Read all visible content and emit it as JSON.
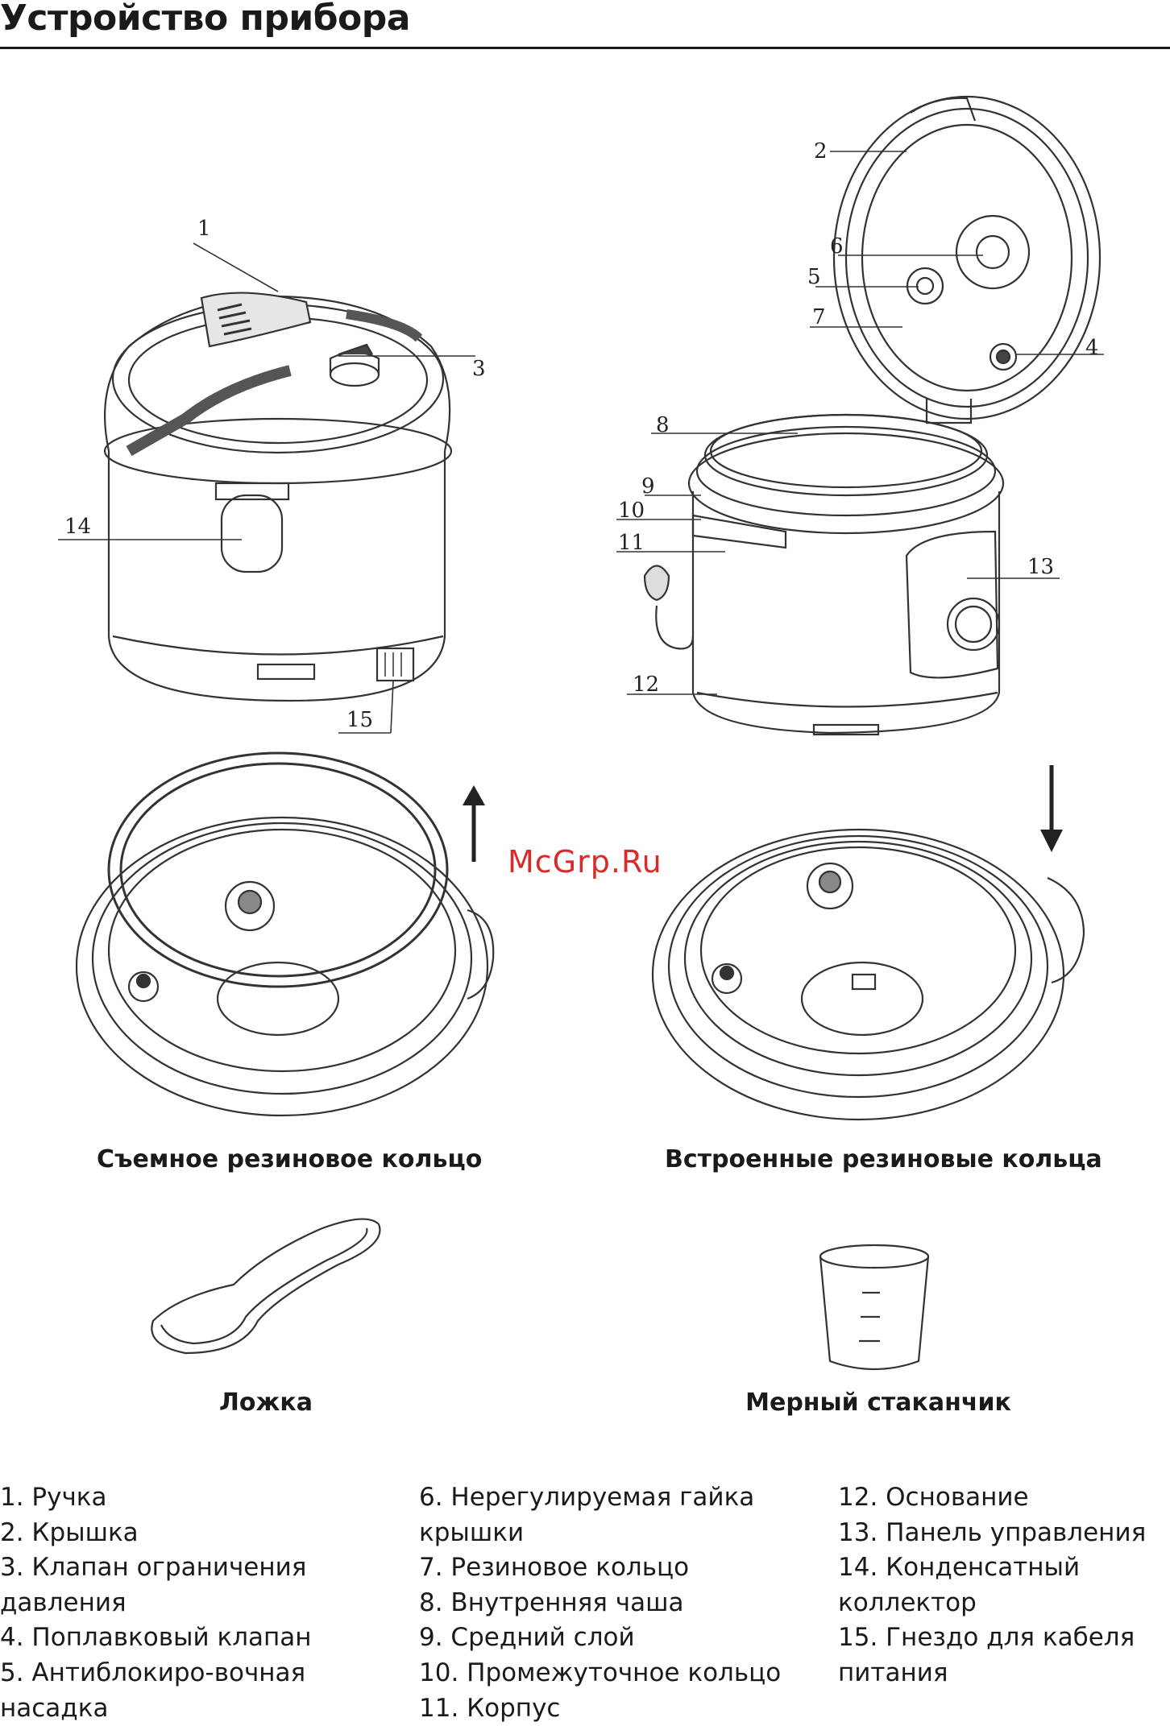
{
  "header": {
    "title": "Устройство прибора"
  },
  "watermark": "McGrp.Ru",
  "callouts": [
    "1",
    "2",
    "3",
    "4",
    "5",
    "6",
    "7",
    "8",
    "9",
    "10",
    "11",
    "12",
    "13",
    "14",
    "15"
  ],
  "captions": {
    "removable_ring": "Съемное резиновое кольцо",
    "builtin_rings": "Встроенные резиновые кольца",
    "spoon": "Ложка",
    "cup": "Мерный стаканчик"
  },
  "legend": {
    "col1": [
      "1. Ручка",
      "2. Крышка",
      "3. Клапан ограничения",
      "давления",
      "4. Поплавковый клапан",
      "5. Антиблокиро-вочная",
      "насадка"
    ],
    "col2": [
      "6. Нерегулируемая гайка",
      "крышки",
      "7. Резиновое кольцо",
      "8. Внутренняя чаша",
      "9. Средний слой",
      "10. Промежуточное кольцо",
      "11. Корпус"
    ],
    "col3": [
      "12. Основание",
      "13. Панель управления",
      "14. Конденсатный",
      "коллектор",
      "15. Гнездо для кабеля",
      "питания"
    ]
  }
}
